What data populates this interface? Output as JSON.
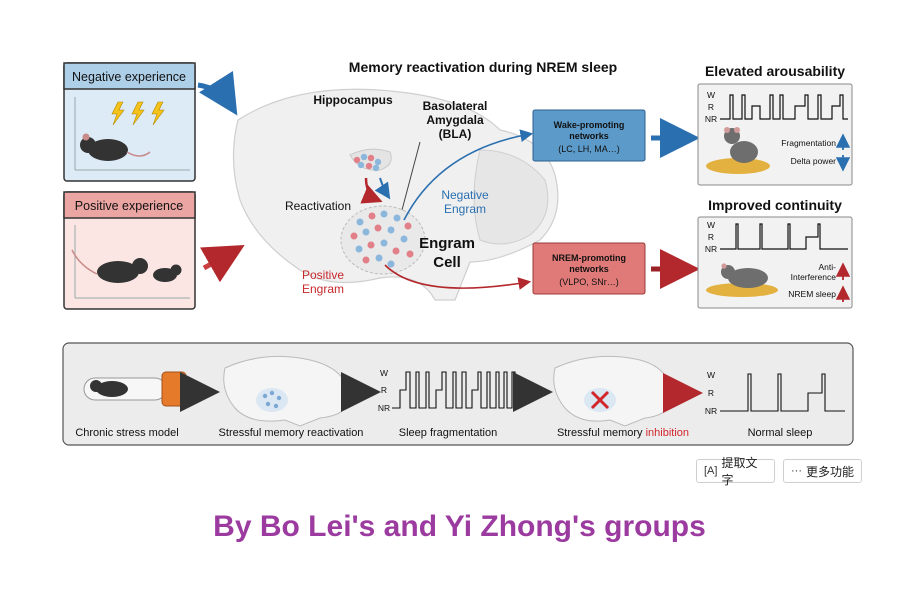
{
  "header": {
    "title": "Memory reactivation during NREM sleep"
  },
  "panels": {
    "negative": {
      "label": "Negative experience"
    },
    "positive": {
      "label": "Positive experience"
    }
  },
  "brain": {
    "hippocampus": "Hippocampus",
    "bla": [
      "Basolateral",
      "Amygdala",
      "(BLA)"
    ],
    "reactivation": "Reactivation",
    "negative_engram": [
      "Negative",
      "Engram"
    ],
    "positive_engram": [
      "Positive",
      "Engram"
    ],
    "engram_cell": [
      "Engram",
      "Cell"
    ]
  },
  "networks": {
    "wake": {
      "title": [
        "Wake-promoting",
        "networks"
      ],
      "regions": "(LC, LH, MA…)"
    },
    "nrem": {
      "title": [
        "NREM-promoting",
        "networks"
      ],
      "regions": "(VLPO, SNr…)"
    }
  },
  "outcomes": {
    "arousability": {
      "title": "Elevated arousability",
      "stages": [
        "W",
        "R",
        "NR"
      ],
      "labels": [
        "Fragmentation",
        "Delta power"
      ]
    },
    "continuity": {
      "title": "Improved continuity",
      "stages": [
        "W",
        "R",
        "NR"
      ],
      "labels": [
        "Anti-",
        "Interference",
        "NREM sleep"
      ]
    }
  },
  "pipeline": {
    "steps": [
      "Chronic stress model",
      "Stressful memory reactivation",
      "Sleep fragmentation"
    ],
    "inhibition_prefix": "Stressful memory",
    "inhibition_word": "inhibition",
    "normal": "Normal sleep",
    "stages": [
      "W",
      "R",
      "NR"
    ]
  },
  "toolbar": {
    "ocr_label": "提取文字",
    "more_label": "更多功能"
  },
  "credit": "By Bo Lei's and Yi Zhong's groups",
  "colors": {
    "blue_arrow": "#2a6fb0",
    "red_arrow": "#b3282d",
    "neg_fill": "#d6e8f5",
    "pos_fill": "#f7d6d3",
    "wake_box": "#5b9ac9",
    "nrem_box": "#e07a78",
    "credit": "#9c3b9f"
  }
}
